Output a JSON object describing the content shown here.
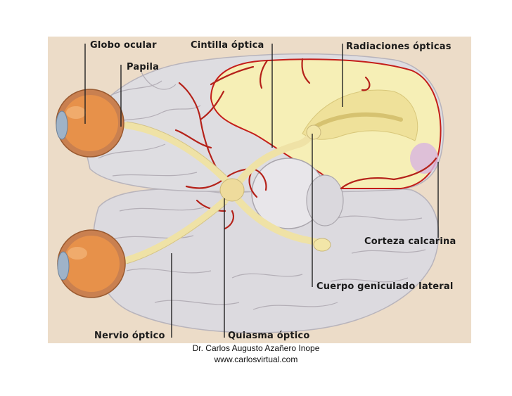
{
  "labels": {
    "globo_ocular": "Globo ocular",
    "papila": "Papila",
    "cintilla_optica": "Cintilla óptica",
    "radiaciones_opticas": "Radiaciones ópticas",
    "corteza_calcarina": "Corteza calcarina",
    "cuerpo_geniculado_lateral": "Cuerpo geniculado lateral",
    "nervio_optico": "Nervio óptico",
    "quiasma_optico": "Quiasma óptico"
  },
  "credit": {
    "author": "Dr. Carlos Augusto Azañero Inope",
    "website": "www.carlosvirtual.com"
  },
  "colors": {
    "background_panel": "#ecdcc8",
    "brain_tissue": "#dedde0",
    "cortex_cut": "#f7f0b8",
    "optic_pathway": "#efe2a8",
    "vessels": "#b5221a",
    "eyeball_iris": "#e08a3a"
  }
}
